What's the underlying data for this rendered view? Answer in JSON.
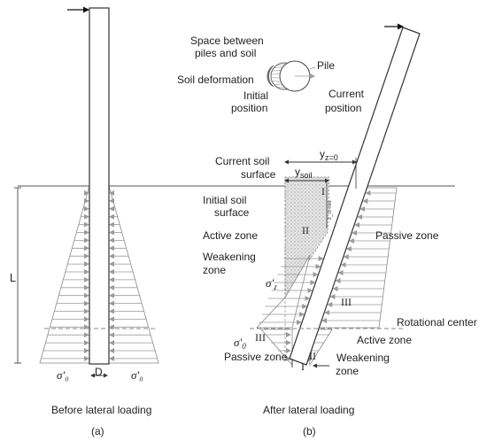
{
  "panel_a": {
    "caption": "Before lateral loading",
    "tag": "(a)",
    "length_label": "L",
    "diameter_label": "D",
    "sigma_left": "σ'₀",
    "sigma_right": "σ'₀"
  },
  "panel_b": {
    "caption": "After lateral loading",
    "tag": "(b)",
    "inset": {
      "gap_label_line1": "Space between",
      "gap_label_line2": "piles and soil",
      "pile_label": "Pile",
      "soil_deformation_label": "Soil deformation",
      "initial_position_line1": "Initial",
      "initial_position_line2": "position",
      "current_position_line1": "Current",
      "current_position_line2": "position"
    },
    "y_z0": "y",
    "y_z0_sub": "z=0",
    "y_soil": "y",
    "y_soil_sub": "soil",
    "current_soil_surface_line1": "Current soil",
    "current_soil_surface_line2": "surface",
    "initial_soil_surface_line1": "Initial soil",
    "initial_soil_surface_line2": "surface",
    "small_label": "z_cr-res",
    "zone_I_top": "I",
    "zone_II_top": "II",
    "zone_III_right": "III",
    "zone_III_left": "III",
    "zone_II_bottom": "II",
    "zone_I_bottom": "I",
    "active_zone_top": "Active zone",
    "passive_zone_right": "Passive zone",
    "weakening_zone_top_line1": "Weakening",
    "weakening_zone_top_line2": "zone",
    "sigma_z": "σ'",
    "sigma_z_sub": "z",
    "sigma_0": "σ'",
    "sigma_0_sub": "0",
    "rotational_center": "Rotational center",
    "active_zone_bottom": "Active zone",
    "passive_zone_bottom": "Passive zone",
    "weakening_zone_bottom_line1": "Weakening",
    "weakening_zone_bottom_line2": "zone"
  },
  "colors": {
    "line": "#333333",
    "arrow": "#9a9a9a",
    "soil_fill": "#d6d6d6",
    "dash": "#8a8a8a"
  }
}
